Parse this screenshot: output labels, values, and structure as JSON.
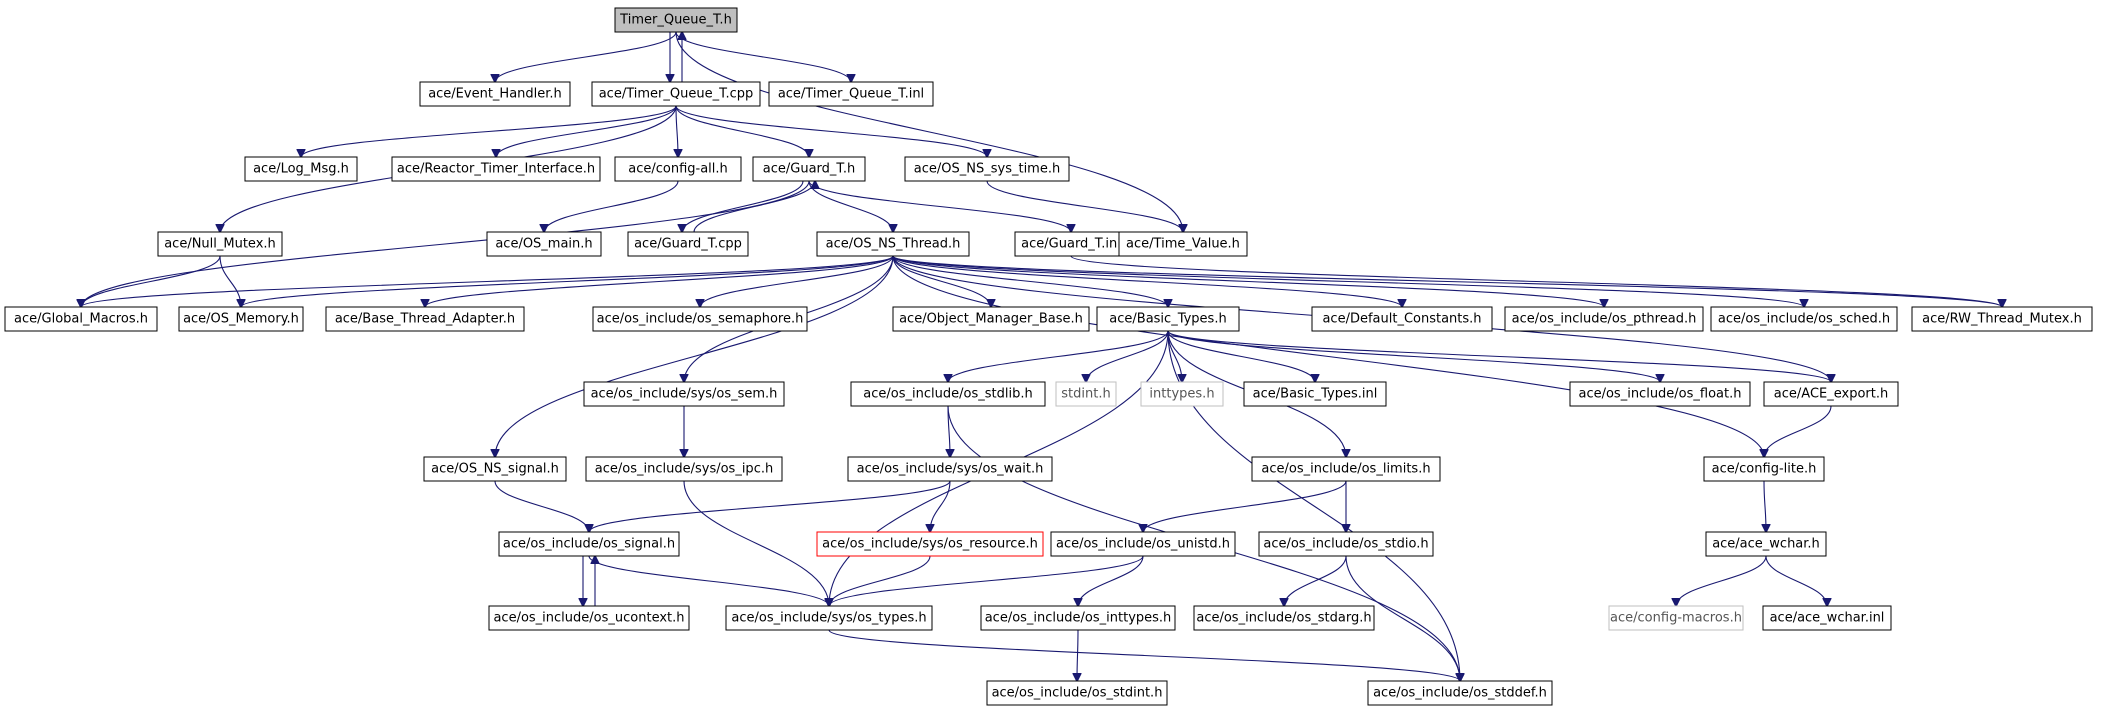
{
  "diagram": {
    "type": "include-dependency-graph",
    "colors": {
      "edge": "#191970",
      "root_fill": "#bfbfbf",
      "node_border": "#000000",
      "missing_border": "#bfbfbf",
      "warn_border": "#ff0000"
    },
    "nodes": [
      {
        "id": "timer_queue_t_h",
        "label": "Timer_Queue_T.h",
        "style": "root"
      },
      {
        "id": "event_handler_h",
        "label": "ace/Event_Handler.h"
      },
      {
        "id": "timer_queue_t_cpp",
        "label": "ace/Timer_Queue_T.cpp"
      },
      {
        "id": "timer_queue_t_inl",
        "label": "ace/Timer_Queue_T.inl"
      },
      {
        "id": "log_msg_h",
        "label": "ace/Log_Msg.h"
      },
      {
        "id": "reactor_timer_interface_h",
        "label": "ace/Reactor_Timer_Interface.h"
      },
      {
        "id": "config_all_h",
        "label": "ace/config-all.h"
      },
      {
        "id": "guard_t_h",
        "label": "ace/Guard_T.h"
      },
      {
        "id": "os_ns_sys_time_h",
        "label": "ace/OS_NS_sys_time.h"
      },
      {
        "id": "null_mutex_h",
        "label": "ace/Null_Mutex.h"
      },
      {
        "id": "os_main_h",
        "label": "ace/OS_main.h"
      },
      {
        "id": "guard_t_cpp",
        "label": "ace/Guard_T.cpp"
      },
      {
        "id": "os_ns_thread_h",
        "label": "ace/OS_NS_Thread.h"
      },
      {
        "id": "guard_t_inl",
        "label": "ace/Guard_T.inl"
      },
      {
        "id": "time_value_h",
        "label": "ace/Time_Value.h"
      },
      {
        "id": "global_macros_h",
        "label": "ace/Global_Macros.h"
      },
      {
        "id": "os_memory_h",
        "label": "ace/OS_Memory.h"
      },
      {
        "id": "base_thread_adapter_h",
        "label": "ace/Base_Thread_Adapter.h"
      },
      {
        "id": "os_semaphore_h",
        "label": "ace/os_include/os_semaphore.h"
      },
      {
        "id": "object_manager_base_h",
        "label": "ace/Object_Manager_Base.h"
      },
      {
        "id": "basic_types_h",
        "label": "ace/Basic_Types.h"
      },
      {
        "id": "default_constants_h",
        "label": "ace/Default_Constants.h"
      },
      {
        "id": "os_pthread_h",
        "label": "ace/os_include/os_pthread.h"
      },
      {
        "id": "os_sched_h",
        "label": "ace/os_include/os_sched.h"
      },
      {
        "id": "rw_thread_mutex_h",
        "label": "ace/RW_Thread_Mutex.h"
      },
      {
        "id": "sys_os_sem_h",
        "label": "ace/os_include/sys/os_sem.h"
      },
      {
        "id": "os_stdlib_h",
        "label": "ace/os_include/os_stdlib.h"
      },
      {
        "id": "stdint_h",
        "label": "stdint.h",
        "style": "missing"
      },
      {
        "id": "inttypes_h",
        "label": "inttypes.h",
        "style": "missing"
      },
      {
        "id": "basic_types_inl",
        "label": "ace/Basic_Types.inl"
      },
      {
        "id": "os_float_h",
        "label": "ace/os_include/os_float.h"
      },
      {
        "id": "ace_export_h",
        "label": "ace/ACE_export.h"
      },
      {
        "id": "os_ns_signal_h",
        "label": "ace/OS_NS_signal.h"
      },
      {
        "id": "sys_os_ipc_h",
        "label": "ace/os_include/sys/os_ipc.h"
      },
      {
        "id": "sys_os_wait_h",
        "label": "ace/os_include/sys/os_wait.h"
      },
      {
        "id": "os_limits_h",
        "label": "ace/os_include/os_limits.h"
      },
      {
        "id": "config_lite_h",
        "label": "ace/config-lite.h"
      },
      {
        "id": "os_signal_h",
        "label": "ace/os_include/os_signal.h"
      },
      {
        "id": "sys_os_resource_h",
        "label": "ace/os_include/sys/os_resource.h",
        "style": "warn"
      },
      {
        "id": "os_unistd_h",
        "label": "ace/os_include/os_unistd.h"
      },
      {
        "id": "os_stdio_h",
        "label": "ace/os_include/os_stdio.h"
      },
      {
        "id": "ace_wchar_h",
        "label": "ace/ace_wchar.h"
      },
      {
        "id": "os_ucontext_h",
        "label": "ace/os_include/os_ucontext.h"
      },
      {
        "id": "sys_os_types_h",
        "label": "ace/os_include/sys/os_types.h"
      },
      {
        "id": "os_inttypes_h",
        "label": "ace/os_include/os_inttypes.h"
      },
      {
        "id": "os_stdarg_h",
        "label": "ace/os_include/os_stdarg.h"
      },
      {
        "id": "config_macros_h",
        "label": "ace/config-macros.h",
        "style": "missing"
      },
      {
        "id": "ace_wchar_inl",
        "label": "ace/ace_wchar.inl"
      },
      {
        "id": "os_stdint_h",
        "label": "ace/os_include/os_stdint.h"
      },
      {
        "id": "os_stddef_h",
        "label": "ace/os_include/os_stddef.h"
      }
    ],
    "edges": [
      [
        "timer_queue_t_h",
        "event_handler_h"
      ],
      [
        "timer_queue_t_h",
        "timer_queue_t_cpp"
      ],
      [
        "timer_queue_t_cpp",
        "timer_queue_t_h"
      ],
      [
        "timer_queue_t_h",
        "timer_queue_t_inl"
      ],
      [
        "timer_queue_t_h",
        "time_value_h"
      ],
      [
        "timer_queue_t_cpp",
        "null_mutex_h"
      ],
      [
        "timer_queue_t_cpp",
        "log_msg_h"
      ],
      [
        "timer_queue_t_cpp",
        "reactor_timer_interface_h"
      ],
      [
        "timer_queue_t_cpp",
        "config_all_h"
      ],
      [
        "timer_queue_t_cpp",
        "guard_t_h"
      ],
      [
        "timer_queue_t_cpp",
        "os_ns_sys_time_h"
      ],
      [
        "config_all_h",
        "os_main_h"
      ],
      [
        "guard_t_h",
        "guard_t_cpp"
      ],
      [
        "guard_t_cpp",
        "guard_t_h"
      ],
      [
        "guard_t_h",
        "os_ns_thread_h"
      ],
      [
        "guard_t_h",
        "guard_t_inl"
      ],
      [
        "guard_t_h",
        "global_macros_h"
      ],
      [
        "os_ns_sys_time_h",
        "time_value_h"
      ],
      [
        "null_mutex_h",
        "global_macros_h"
      ],
      [
        "null_mutex_h",
        "os_memory_h"
      ],
      [
        "os_ns_thread_h",
        "global_macros_h"
      ],
      [
        "os_ns_thread_h",
        "os_memory_h"
      ],
      [
        "os_ns_thread_h",
        "base_thread_adapter_h"
      ],
      [
        "os_ns_thread_h",
        "os_semaphore_h"
      ],
      [
        "os_ns_thread_h",
        "object_manager_base_h"
      ],
      [
        "os_ns_thread_h",
        "basic_types_h"
      ],
      [
        "os_ns_thread_h",
        "default_constants_h"
      ],
      [
        "os_ns_thread_h",
        "os_pthread_h"
      ],
      [
        "os_ns_thread_h",
        "os_sched_h"
      ],
      [
        "os_ns_thread_h",
        "rw_thread_mutex_h"
      ],
      [
        "os_ns_thread_h",
        "sys_os_sem_h"
      ],
      [
        "os_ns_thread_h",
        "os_ns_signal_h"
      ],
      [
        "os_ns_thread_h",
        "ace_export_h"
      ],
      [
        "os_ns_thread_h",
        "config_lite_h"
      ],
      [
        "guard_t_inl",
        "rw_thread_mutex_h"
      ],
      [
        "basic_types_h",
        "os_stdlib_h"
      ],
      [
        "basic_types_h",
        "stdint_h"
      ],
      [
        "basic_types_h",
        "inttypes_h"
      ],
      [
        "basic_types_h",
        "basic_types_inl"
      ],
      [
        "basic_types_h",
        "os_float_h"
      ],
      [
        "basic_types_h",
        "ace_export_h"
      ],
      [
        "basic_types_h",
        "os_limits_h"
      ],
      [
        "basic_types_h",
        "sys_os_types_h"
      ],
      [
        "basic_types_h",
        "os_stddef_h"
      ],
      [
        "sys_os_sem_h",
        "sys_os_ipc_h"
      ],
      [
        "os_stdlib_h",
        "sys_os_wait_h"
      ],
      [
        "os_stdlib_h",
        "os_stddef_h"
      ],
      [
        "ace_export_h",
        "config_lite_h"
      ],
      [
        "os_ns_signal_h",
        "os_signal_h"
      ],
      [
        "sys_os_ipc_h",
        "sys_os_types_h"
      ],
      [
        "sys_os_wait_h",
        "os_signal_h"
      ],
      [
        "sys_os_wait_h",
        "sys_os_resource_h"
      ],
      [
        "os_limits_h",
        "os_unistd_h"
      ],
      [
        "os_limits_h",
        "os_stdio_h"
      ],
      [
        "config_lite_h",
        "ace_wchar_h"
      ],
      [
        "os_signal_h",
        "os_ucontext_h"
      ],
      [
        "os_ucontext_h",
        "os_signal_h"
      ],
      [
        "os_signal_h",
        "sys_os_types_h"
      ],
      [
        "sys_os_resource_h",
        "sys_os_types_h"
      ],
      [
        "os_unistd_h",
        "sys_os_types_h"
      ],
      [
        "os_unistd_h",
        "os_inttypes_h"
      ],
      [
        "os_stdio_h",
        "os_stdarg_h"
      ],
      [
        "os_stdio_h",
        "os_stddef_h"
      ],
      [
        "ace_wchar_h",
        "config_macros_h"
      ],
      [
        "ace_wchar_h",
        "ace_wchar_inl"
      ],
      [
        "sys_os_types_h",
        "os_stddef_h"
      ],
      [
        "os_inttypes_h",
        "os_stdint_h"
      ]
    ]
  }
}
